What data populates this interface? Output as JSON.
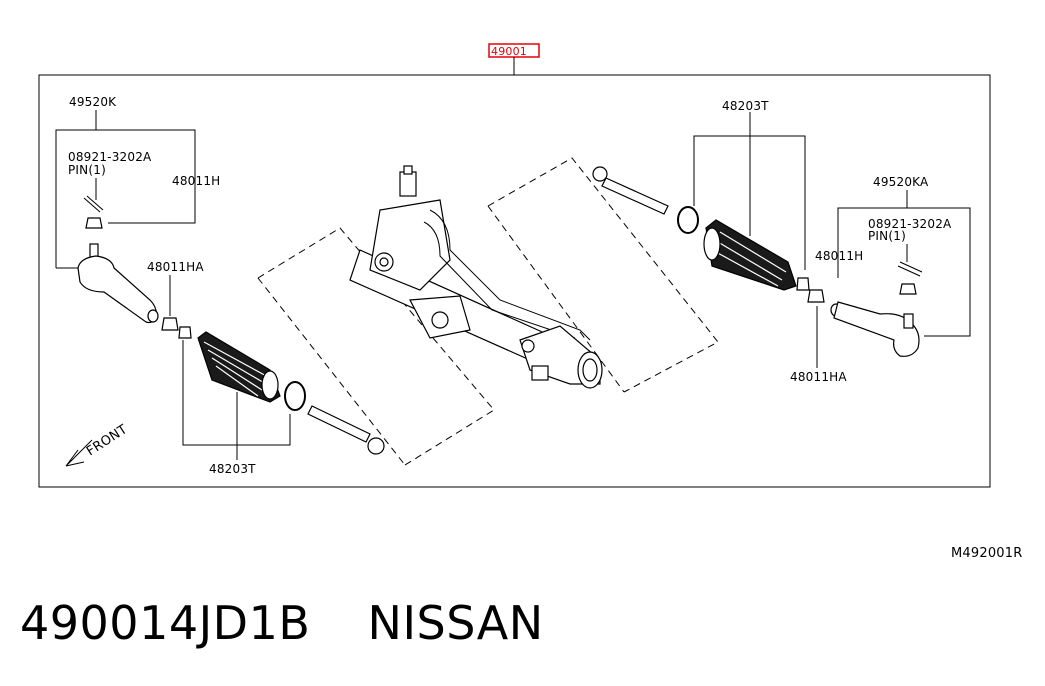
{
  "diagram": {
    "top_callout": "49001",
    "labels": {
      "tie_rod_end_left": "49520K",
      "bolt_pin_left": "08921-3202A",
      "pin_left": "PIN(1)",
      "nut_left_upper": "48011H",
      "nut_left_lower": "48011HA",
      "boot_left": "48203T",
      "boot_right": "48203T",
      "tie_rod_end_right": "49520KA",
      "bolt_pin_right": "08921-3202A",
      "pin_right": "PIN(1)",
      "nut_right_upper": "48011H",
      "nut_right_lower": "48011HA",
      "front_arrow": "FRONT"
    },
    "diagram_code": "M492001R"
  },
  "part": {
    "number": "490014JD1B",
    "brand": "NISSAN"
  },
  "colors": {
    "highlight": "#e8000a",
    "ink": "#000000"
  }
}
